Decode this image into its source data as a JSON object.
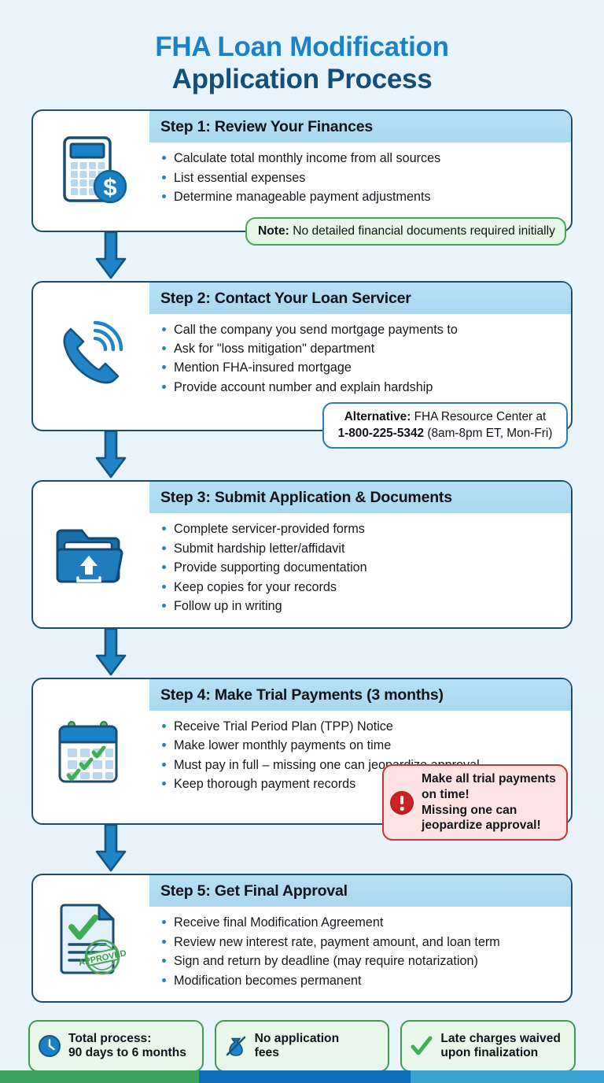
{
  "title": {
    "line1": "FHA Loan Modification",
    "line2": "Application Process"
  },
  "colors": {
    "title_top": "#1b82c8",
    "title_bottom": "#134f7a",
    "card_border": "#1b4f72",
    "header_band": "#a9d8f0",
    "accent_blue": "#1b82c8",
    "note_green": "#4aa65a",
    "warn_red": "#c93434",
    "bar_green": "#3ba35b",
    "bar_blue": "#0d6fb8",
    "bar_lightblue": "#3ba3d4"
  },
  "steps": [
    {
      "icon": "calculator-dollar-icon",
      "heading": "Step 1: Review Your Finances",
      "bullets": [
        "Calculate total monthly income from all sources",
        "List essential expenses",
        "Determine manageable payment adjustments"
      ],
      "callout": {
        "type": "note",
        "label": "Note:",
        "text": " No detailed financial documents required initially"
      }
    },
    {
      "icon": "phone-ringing-icon",
      "heading": "Step 2: Contact Your Loan Servicer",
      "bullets": [
        "Call the company you send mortgage payments to",
        "Ask for \"loss mitigation\" department",
        "Mention FHA-insured mortgage",
        "Provide account number and explain hardship"
      ],
      "callout": {
        "type": "alternative",
        "label": "Alternative:",
        "text": " FHA Resource Center at",
        "line2_bold": "1-800-225-5342",
        "line2_rest": " (8am-8pm ET, Mon-Fri)"
      }
    },
    {
      "icon": "folder-upload-icon",
      "heading": "Step 3: Submit Application & Documents",
      "bullets": [
        "Complete servicer-provided forms",
        "Submit hardship letter/affidavit",
        "Provide supporting documentation",
        "Keep copies for your records",
        "Follow up in writing"
      ],
      "callout": null
    },
    {
      "icon": "calendar-checks-icon",
      "heading": "Step 4: Make Trial Payments (3 months)",
      "bullets": [
        "Receive Trial Period Plan (TPP) Notice",
        "Make lower monthly payments on time",
        "Must pay in full – missing one can jeopardize approval",
        "Keep thorough payment records"
      ],
      "callout": {
        "type": "warning",
        "line1": "Make all trial payments on time!",
        "line2": "Missing one can jeopardize approval!"
      }
    },
    {
      "icon": "approved-document-icon",
      "heading": "Step 5: Get Final Approval",
      "bullets": [
        "Receive final Modification Agreement",
        "Review new interest rate, payment amount, and loan term",
        "Sign and return by deadline (may require notarization)",
        "Modification becomes permanent"
      ],
      "callout": null
    }
  ],
  "footer_badges": [
    {
      "icon": "clock-icon",
      "line1": "Total process:",
      "line2": "90 days to 6 months"
    },
    {
      "icon": "no-fees-icon",
      "line1": "No application",
      "line2": "fees"
    },
    {
      "icon": "check-icon",
      "line1": "Late charges waived",
      "line2": "upon finalization"
    }
  ]
}
